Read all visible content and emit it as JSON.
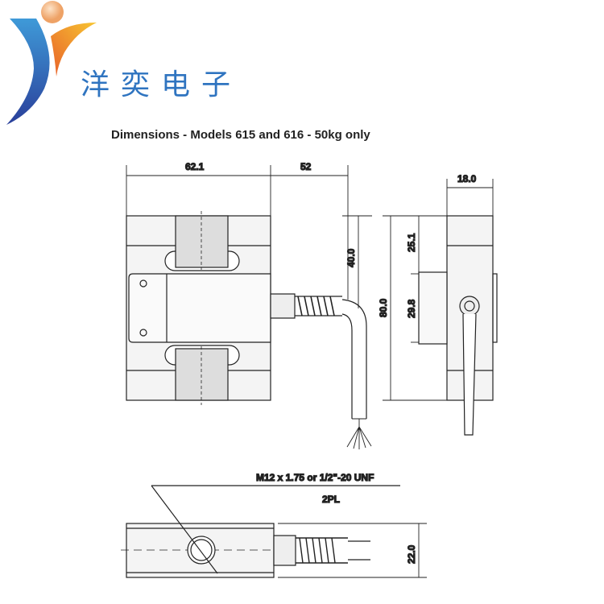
{
  "logo": {
    "brand_text": "洋奕电子",
    "colors": {
      "blue": "#2f74c0",
      "orange": "#f08a24",
      "ball": "#f2b27a"
    }
  },
  "title": "Dimensions - Models 615 and 616 - 50kg only",
  "dims": {
    "width_left": "62.1",
    "width_right": "52",
    "side_width": "18.0",
    "height_40": "40.0",
    "height_80": "80.0",
    "side_25": "25.1",
    "side_29": "29.8",
    "thread": "M12 x 1.75 or 1/2\"-20 UNF",
    "count": "2PL",
    "bottom_height": "22.0"
  }
}
